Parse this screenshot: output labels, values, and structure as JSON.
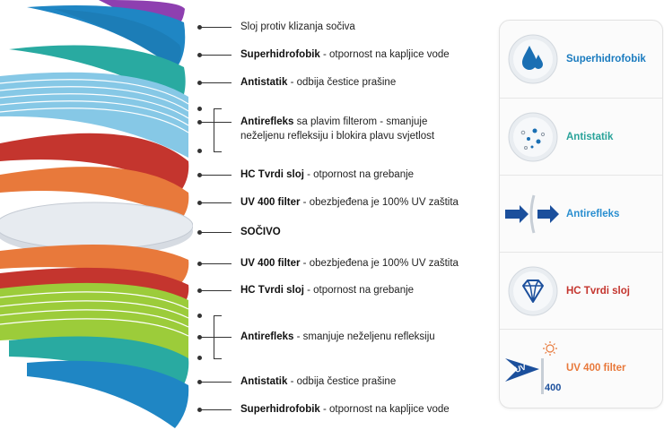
{
  "layers": [
    {
      "name": "Sloj protiv klizanja sočiva",
      "color": "#8e3fb0"
    },
    {
      "name": "Superhidrofobik",
      "color": "#1f86c4"
    },
    {
      "name": "Antistatik",
      "color": "#29aaa1"
    },
    {
      "name": "Antirefleks",
      "color": "#86c8e6"
    },
    {
      "name": "HC Tvrdi sloj",
      "color": "#c4352e"
    },
    {
      "name": "UV 400 filter",
      "color": "#e8793b"
    },
    {
      "name": "SOČIVO",
      "color": "#d8dde4"
    },
    {
      "name": "UV 400 filter",
      "color": "#e8793b"
    },
    {
      "name": "HC Tvrdi sloj",
      "color": "#c4352e"
    },
    {
      "name": "Antirefleks",
      "color": "#9ccc3a"
    },
    {
      "name": "Antistatik",
      "color": "#29aaa1"
    },
    {
      "name": "Superhidrofobik",
      "color": "#1f86c4"
    }
  ],
  "callouts": {
    "c0": {
      "bold": "",
      "text": "Sloj protiv klizanja sočiva"
    },
    "c1": {
      "bold": "Superhidrofobik",
      "text": " - otpornost na kapljice vode"
    },
    "c2": {
      "bold": "Antistatik",
      "text": " - odbija čestice prašine"
    },
    "c3": {
      "bold": "Antirefleks",
      "text": " sa plavim filterom - smanjuje neželjenu refleksiju i blokira plavu svjetlost"
    },
    "c4": {
      "bold": "HC Tvrdi sloj",
      "text": " - otpornost na grebanje"
    },
    "c5": {
      "bold": "UV 400 filter",
      "text": " - obezbjeđena je 100% UV zaštita"
    },
    "c6": {
      "bold": "SOČIVO",
      "text": ""
    },
    "c7": {
      "bold": "UV 400 filter",
      "text": " - obezbjeđena je 100% UV zaštita"
    },
    "c8": {
      "bold": "HC Tvrdi sloj",
      "text": " - otpornost na grebanje"
    },
    "c9": {
      "bold": "Antirefleks",
      "text": " - smanjuje neželjenu refleksiju"
    },
    "c10": {
      "bold": "Antistatik",
      "text": " - odbija čestice prašine"
    },
    "c11": {
      "bold": "Superhidrofobik",
      "text": " - otpornost na kapljice vode"
    }
  },
  "panel": {
    "items": [
      {
        "label": "Superhidrofobik",
        "color": "#1a7bbf",
        "icon": "water-drops-icon"
      },
      {
        "label": "Antistatik",
        "color": "#2aa39a",
        "icon": "dust-particles-icon"
      },
      {
        "label": "Antirefleks",
        "color": "#2a8fd0",
        "icon": "reflection-arrows-icon"
      },
      {
        "label": "HC Tvrdi sloj",
        "color": "#c4352e",
        "icon": "diamond-icon"
      },
      {
        "label": "UV 400 filter",
        "color": "#e8793b",
        "icon": "uv-shield-icon",
        "badge": "UV",
        "badge2": "400"
      }
    ]
  }
}
